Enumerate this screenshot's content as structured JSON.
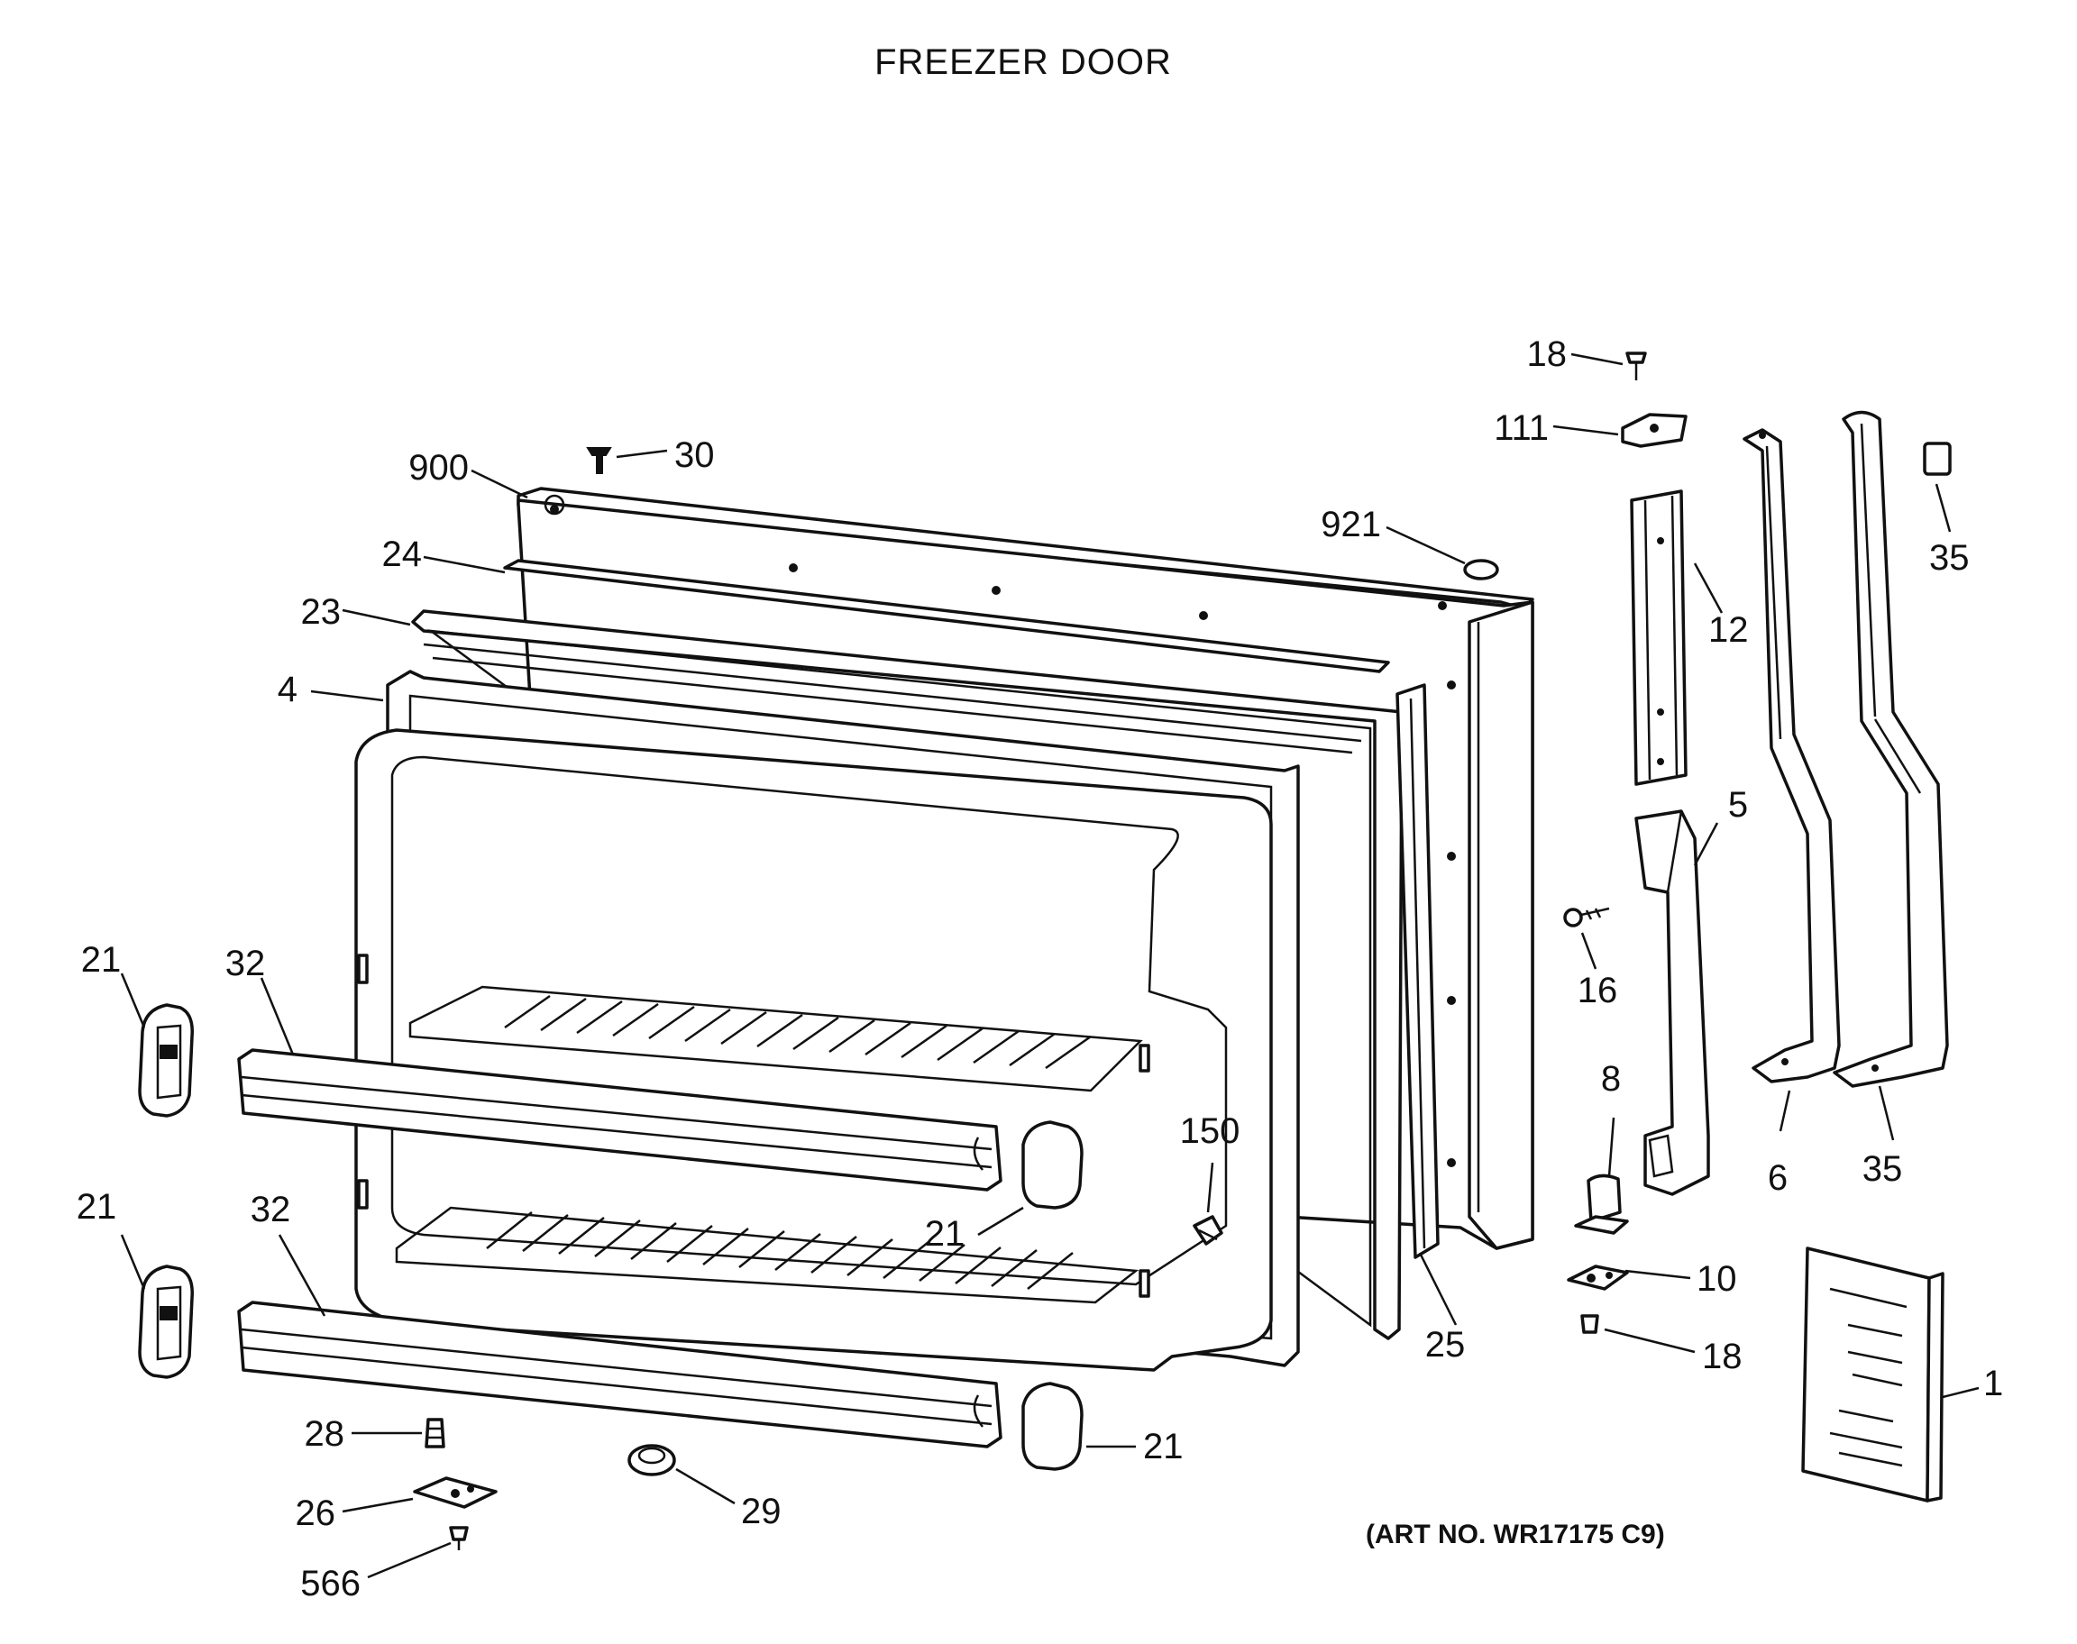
{
  "title": "FREEZER DOOR",
  "art_number": "(ART NO. WR17175 C9)",
  "labels": {
    "p18_top": "18",
    "p111": "111",
    "p30": "30",
    "p900": "900",
    "p921": "921",
    "p24": "24",
    "p23": "23",
    "p4": "4",
    "p12": "12",
    "p35_top": "35",
    "p5": "5",
    "p16": "16",
    "p21_a": "21",
    "p32_a": "32",
    "p150": "150",
    "p21_b": "21",
    "p8": "8",
    "p6": "6",
    "p35_bottom": "35",
    "p21_c": "21",
    "p32_b": "32",
    "p25": "25",
    "p10": "10",
    "p18_bottom": "18",
    "p1": "1",
    "p28": "28",
    "p21_d": "21",
    "p26": "26",
    "p29": "29",
    "p566": "566"
  }
}
